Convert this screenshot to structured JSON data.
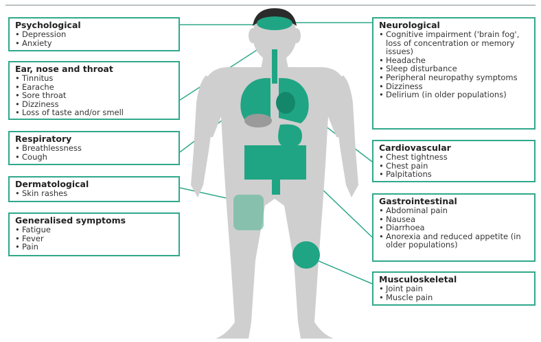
{
  "colors": {
    "accent": "#2fa88a",
    "body": "#cfcfcf",
    "organ": "#1fa584",
    "text": "#222222"
  },
  "categories": [
    {
      "id": "psychological",
      "title": "Psychological",
      "items": [
        "Depression",
        "Anxiety"
      ]
    },
    {
      "id": "ent",
      "title": "Ear, nose and throat",
      "items": [
        "Tinnitus",
        "Earache",
        "Sore throat",
        "Dizziness",
        "Loss of taste and/or smell"
      ]
    },
    {
      "id": "respiratory",
      "title": "Respiratory",
      "items": [
        "Breathlessness",
        "Cough"
      ]
    },
    {
      "id": "dermatological",
      "title": "Dermatological",
      "items": [
        "Skin rashes"
      ]
    },
    {
      "id": "generalised",
      "title": "Generalised symptoms",
      "items": [
        "Fatigue",
        "Fever",
        "Pain"
      ]
    },
    {
      "id": "neurological",
      "title": "Neurological",
      "items": [
        "Cognitive impairment ('brain fog', loss of concentration or memory issues)",
        "Headache",
        "Sleep disturbance",
        "Peripheral neuropathy symptoms",
        "Dizziness",
        "Delirium (in older populations)"
      ]
    },
    {
      "id": "cardiovascular",
      "title": "Cardiovascular",
      "items": [
        "Chest tightness",
        "Chest pain",
        "Palpitations"
      ]
    },
    {
      "id": "gastrointestinal",
      "title": "Gastrointestinal",
      "items": [
        "Abdominal pain",
        "Nausea",
        "Diarrhoea",
        "Anorexia and reduced appetite (in older populations)"
      ]
    },
    {
      "id": "musculoskeletal",
      "title": "Musculoskeletal",
      "items": [
        "Joint pain",
        "Muscle pain"
      ]
    }
  ]
}
